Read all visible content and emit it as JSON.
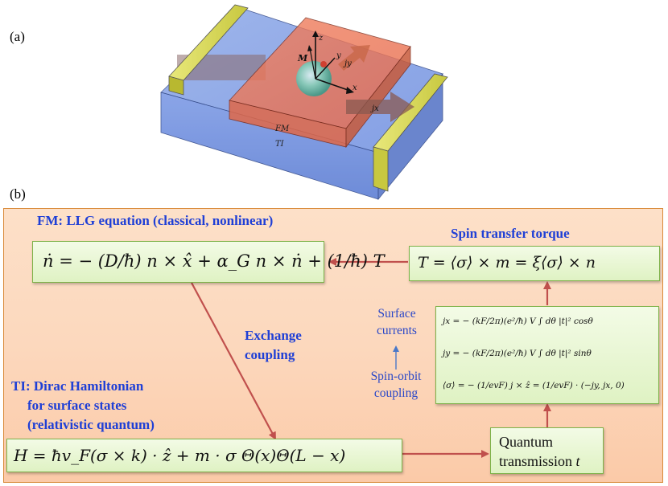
{
  "panel_a": {
    "label": "(a)",
    "magnetization_label": "M",
    "axis_z": "z",
    "axis_y": "y",
    "axis_x": "x",
    "current_y_label": "jy",
    "current_x_label": "jx",
    "fm_label": "FM",
    "ti_label": "TI"
  },
  "panel_b": {
    "label": "(b)",
    "fm_title": "FM: LLG equation (classical, nonlinear)",
    "llg_equation": "ṅ = − (D/ħ) n × x̂ + α_G n × ṅ + (1/ħ) T",
    "stt_title": "Spin transfer torque",
    "stt_equation": "T = ⟨σ⟩ × m = ξ⟨σ⟩ × n",
    "exchange_line1": "Exchange",
    "exchange_line2": "coupling",
    "ti_title_line1": "TI: Dirac Hamiltonian",
    "ti_title_line2": "for surface states",
    "ti_title_line3": "(relativistic quantum)",
    "hamiltonian": "H = ħv_F(σ × k) · ẑ + m · σ Θ(x)Θ(L − x)",
    "surface_line1": "Surface",
    "surface_line2": "currents",
    "spinorbit_line1": "Spin-orbit",
    "spinorbit_line2": "coupling",
    "jx_equation": "jx = − (kF/2π)(e²/ħ) V ∫ dθ |t|² cosθ",
    "jy_equation": "jy = − (kF/2π)(e²/ħ) V ∫ dθ |t|² sinθ",
    "sigma_equation": "⟨σ⟩ = − (1/evF) j × ẑ = (1/evF) · (−jy, jx, 0)",
    "quantum_line1": "Quantum",
    "quantum_line2": "transmission",
    "quantum_var": "t"
  },
  "colors": {
    "panel_border": "#d98a3a",
    "box_border": "#7fb24a",
    "arrow": "#c0504d",
    "title_blue": "#1f3fd6"
  }
}
